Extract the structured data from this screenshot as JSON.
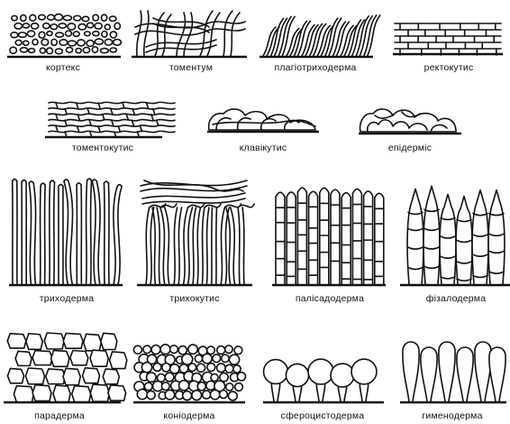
{
  "figure": {
    "labels": {
      "cortex": "кортекс",
      "tomentum": "томентум",
      "plagiotrichoderm": "плагіотрихoдерма",
      "rectocutis": "ректокутис",
      "tomentocutis": "томентокутис",
      "clavicutis": "клавікутис",
      "epidermis": "епідерміс",
      "trichoderm": "трихoдерма",
      "trichocutis": "трихокутис",
      "palisadoderm": "палісадодерма",
      "physalodermа": "фізалодерма",
      "paraderm": "парадерма",
      "coniodermа": "коніодерма",
      "sphaerocystoderm": "сфероцистодерма",
      "hymenoderm": "гименодерма"
    }
  }
}
